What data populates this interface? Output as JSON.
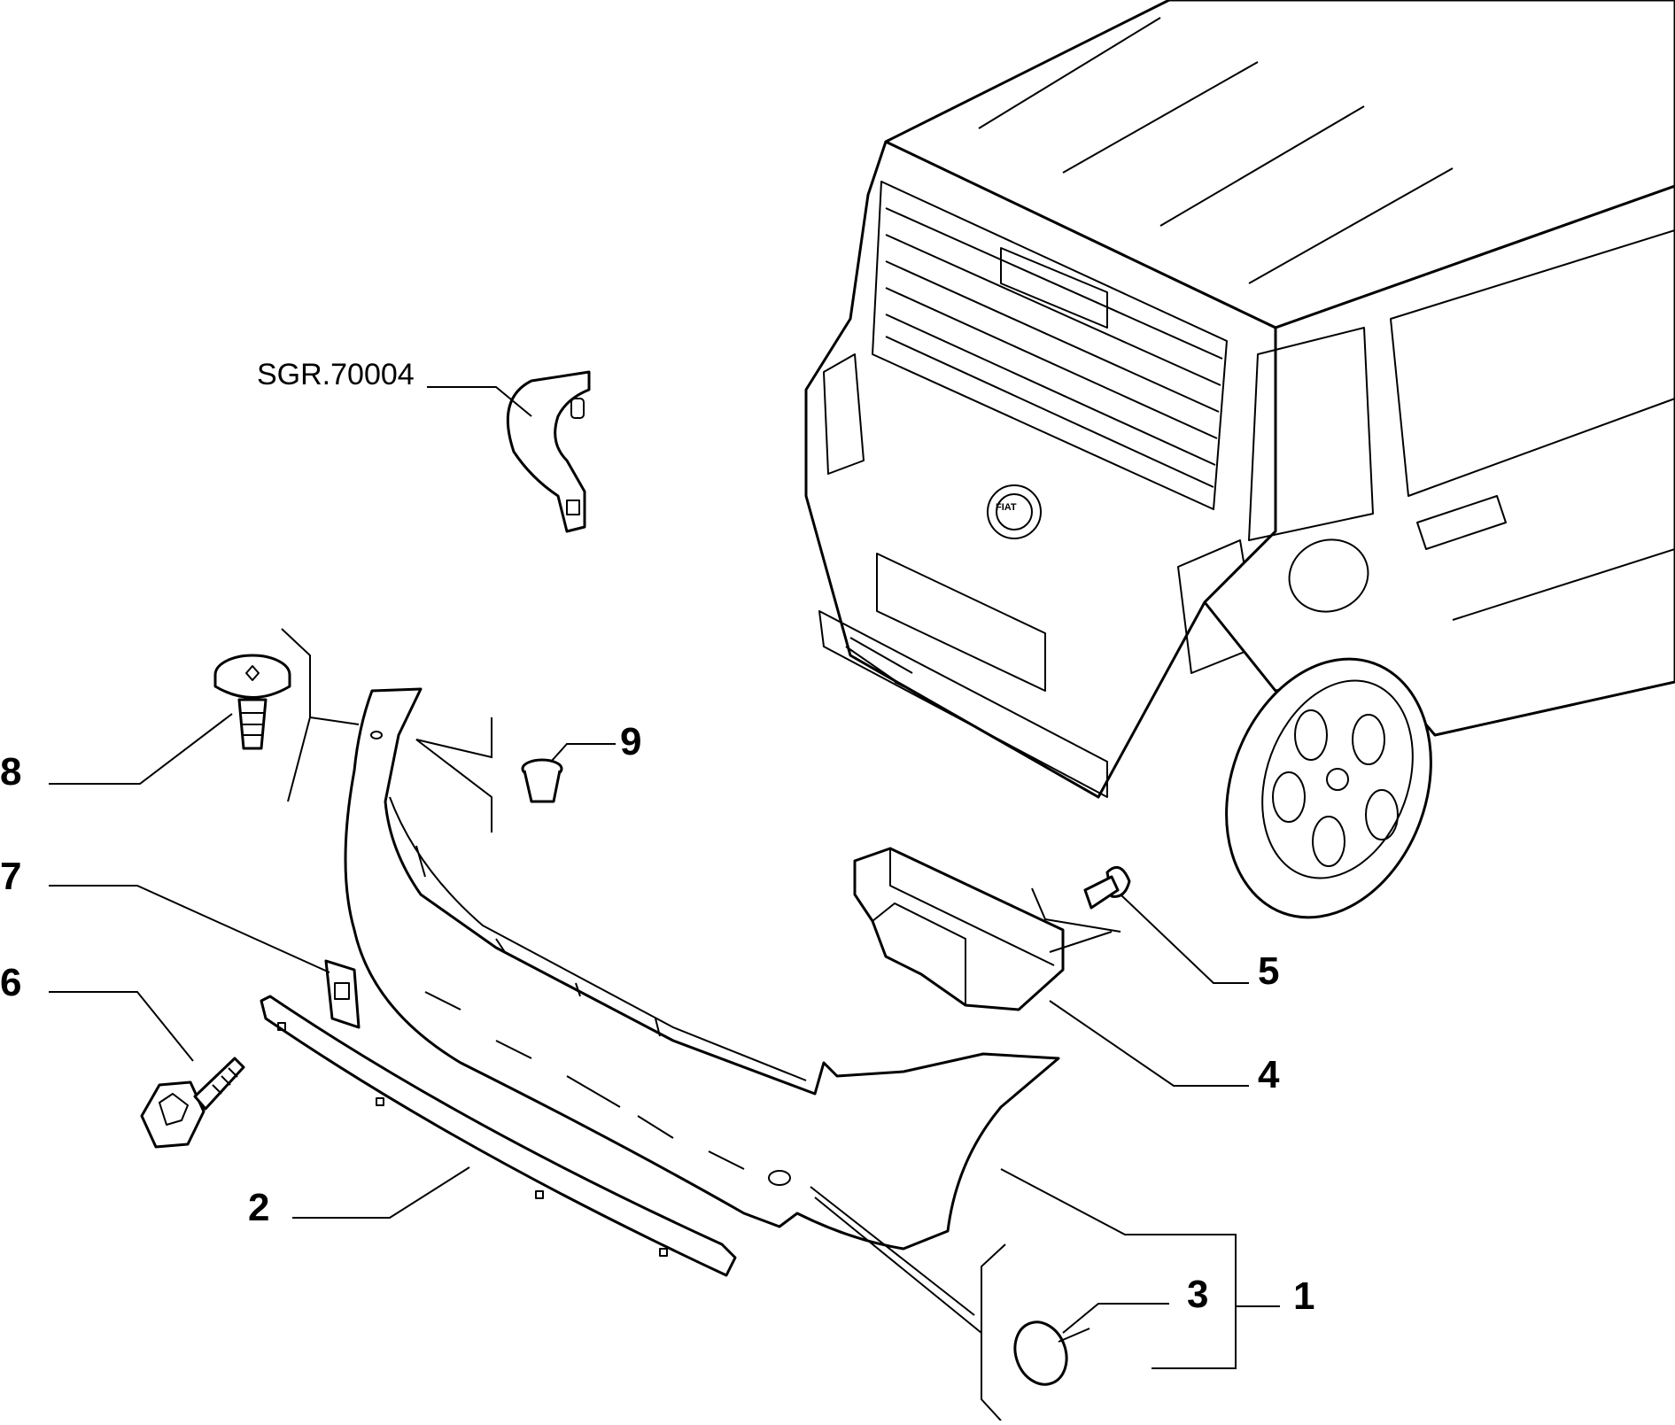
{
  "diagram": {
    "reference": "SGR.70004",
    "callouts": [
      "1",
      "2",
      "3",
      "4",
      "5",
      "6",
      "7",
      "8",
      "9"
    ],
    "emblem_text": "FIAT"
  }
}
